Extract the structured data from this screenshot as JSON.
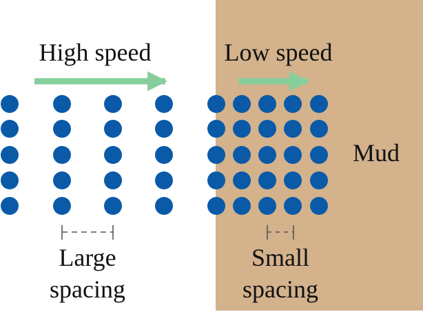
{
  "labels": {
    "high_speed": "High speed",
    "low_speed": "Low speed",
    "mud": "Mud",
    "large_spacing_line1": "Large",
    "large_spacing_line2": "spacing",
    "small_spacing_line1": "Small",
    "small_spacing_line2": "spacing"
  },
  "colors": {
    "background": "#ffffff",
    "mud": "#d3b28c",
    "dot": "#0a5aa8",
    "arrow": "#86cf9c",
    "spacing_marker": "#555555",
    "text": "#111111"
  },
  "grid": {
    "rows": 5,
    "left_columns": 4,
    "right_columns": 5
  }
}
